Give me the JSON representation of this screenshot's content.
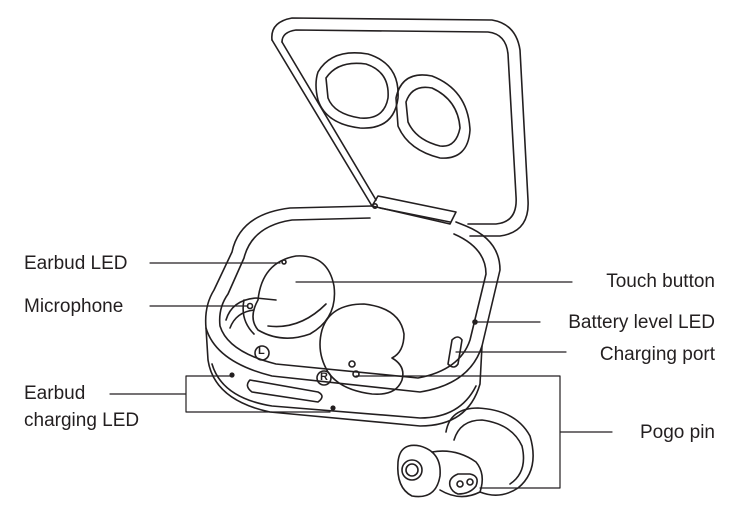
{
  "diagram": {
    "labels": {
      "earbud_led": "Earbud LED",
      "microphone": "Microphone",
      "earbud_charging_led": "Earbud\ncharging LED",
      "touch_button": "Touch button",
      "battery_level_led": "Battery level LED",
      "charging_port": "Charging port",
      "pogo_pin": "Pogo pin"
    },
    "markings": {
      "left_bud": "L",
      "right_bud": "R"
    }
  },
  "colors": {
    "line": "#231f20",
    "background": "#ffffff"
  }
}
